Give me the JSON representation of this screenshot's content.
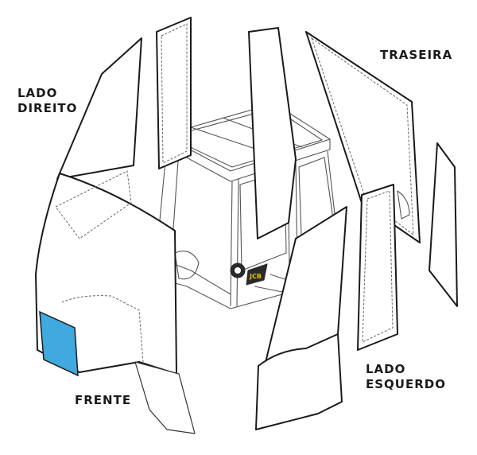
{
  "labels": {
    "lado_direito_line1": "LADO",
    "lado_direito_line2": "DIREITO",
    "traseira": "TRASEIRA",
    "frente": "FRENTE",
    "lado_esquerdo_line1": "LADO",
    "lado_esquerdo_line2": "ESQUERDO"
  },
  "colors": {
    "highlight": "#3fa9e0",
    "outline": "#1a1a1a",
    "background": "#ffffff"
  }
}
